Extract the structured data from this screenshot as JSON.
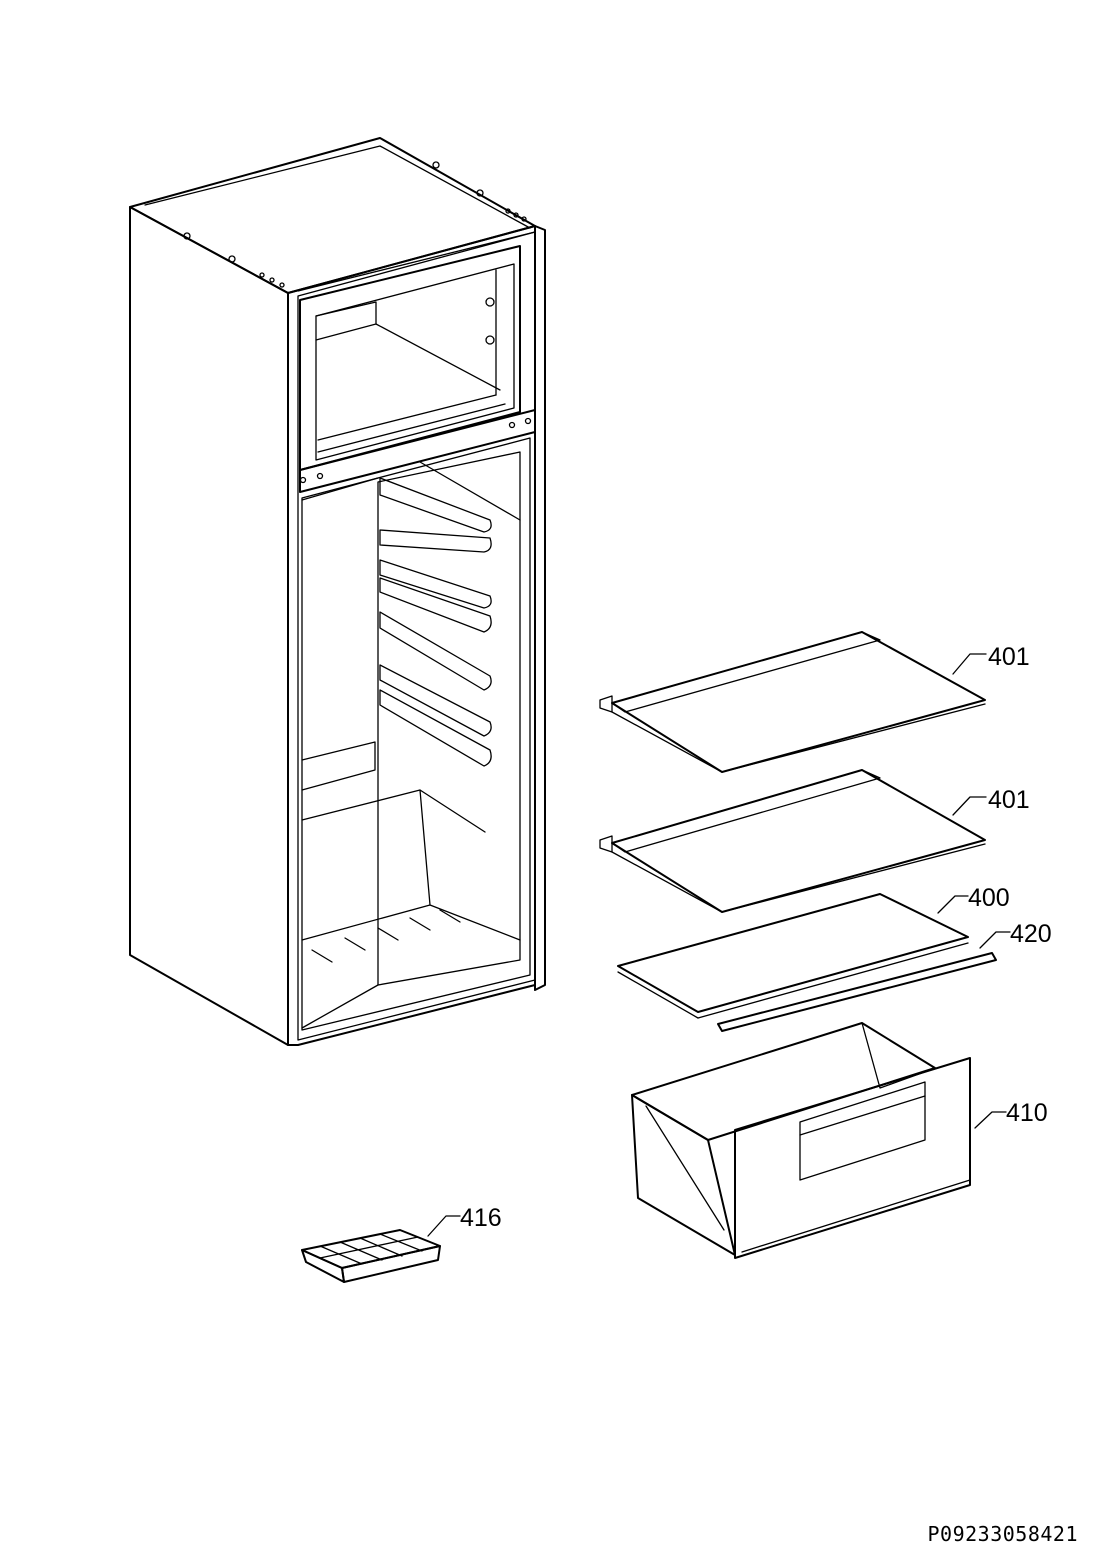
{
  "document_code": "P09233058421",
  "parts": [
    {
      "id": "shelf-upper",
      "label": "401"
    },
    {
      "id": "shelf-lower",
      "label": "401"
    },
    {
      "id": "glass-plate",
      "label": "400"
    },
    {
      "id": "trim-strip",
      "label": "420"
    },
    {
      "id": "crisper-drawer",
      "label": "410"
    },
    {
      "id": "ice-tray",
      "label": "416"
    }
  ]
}
